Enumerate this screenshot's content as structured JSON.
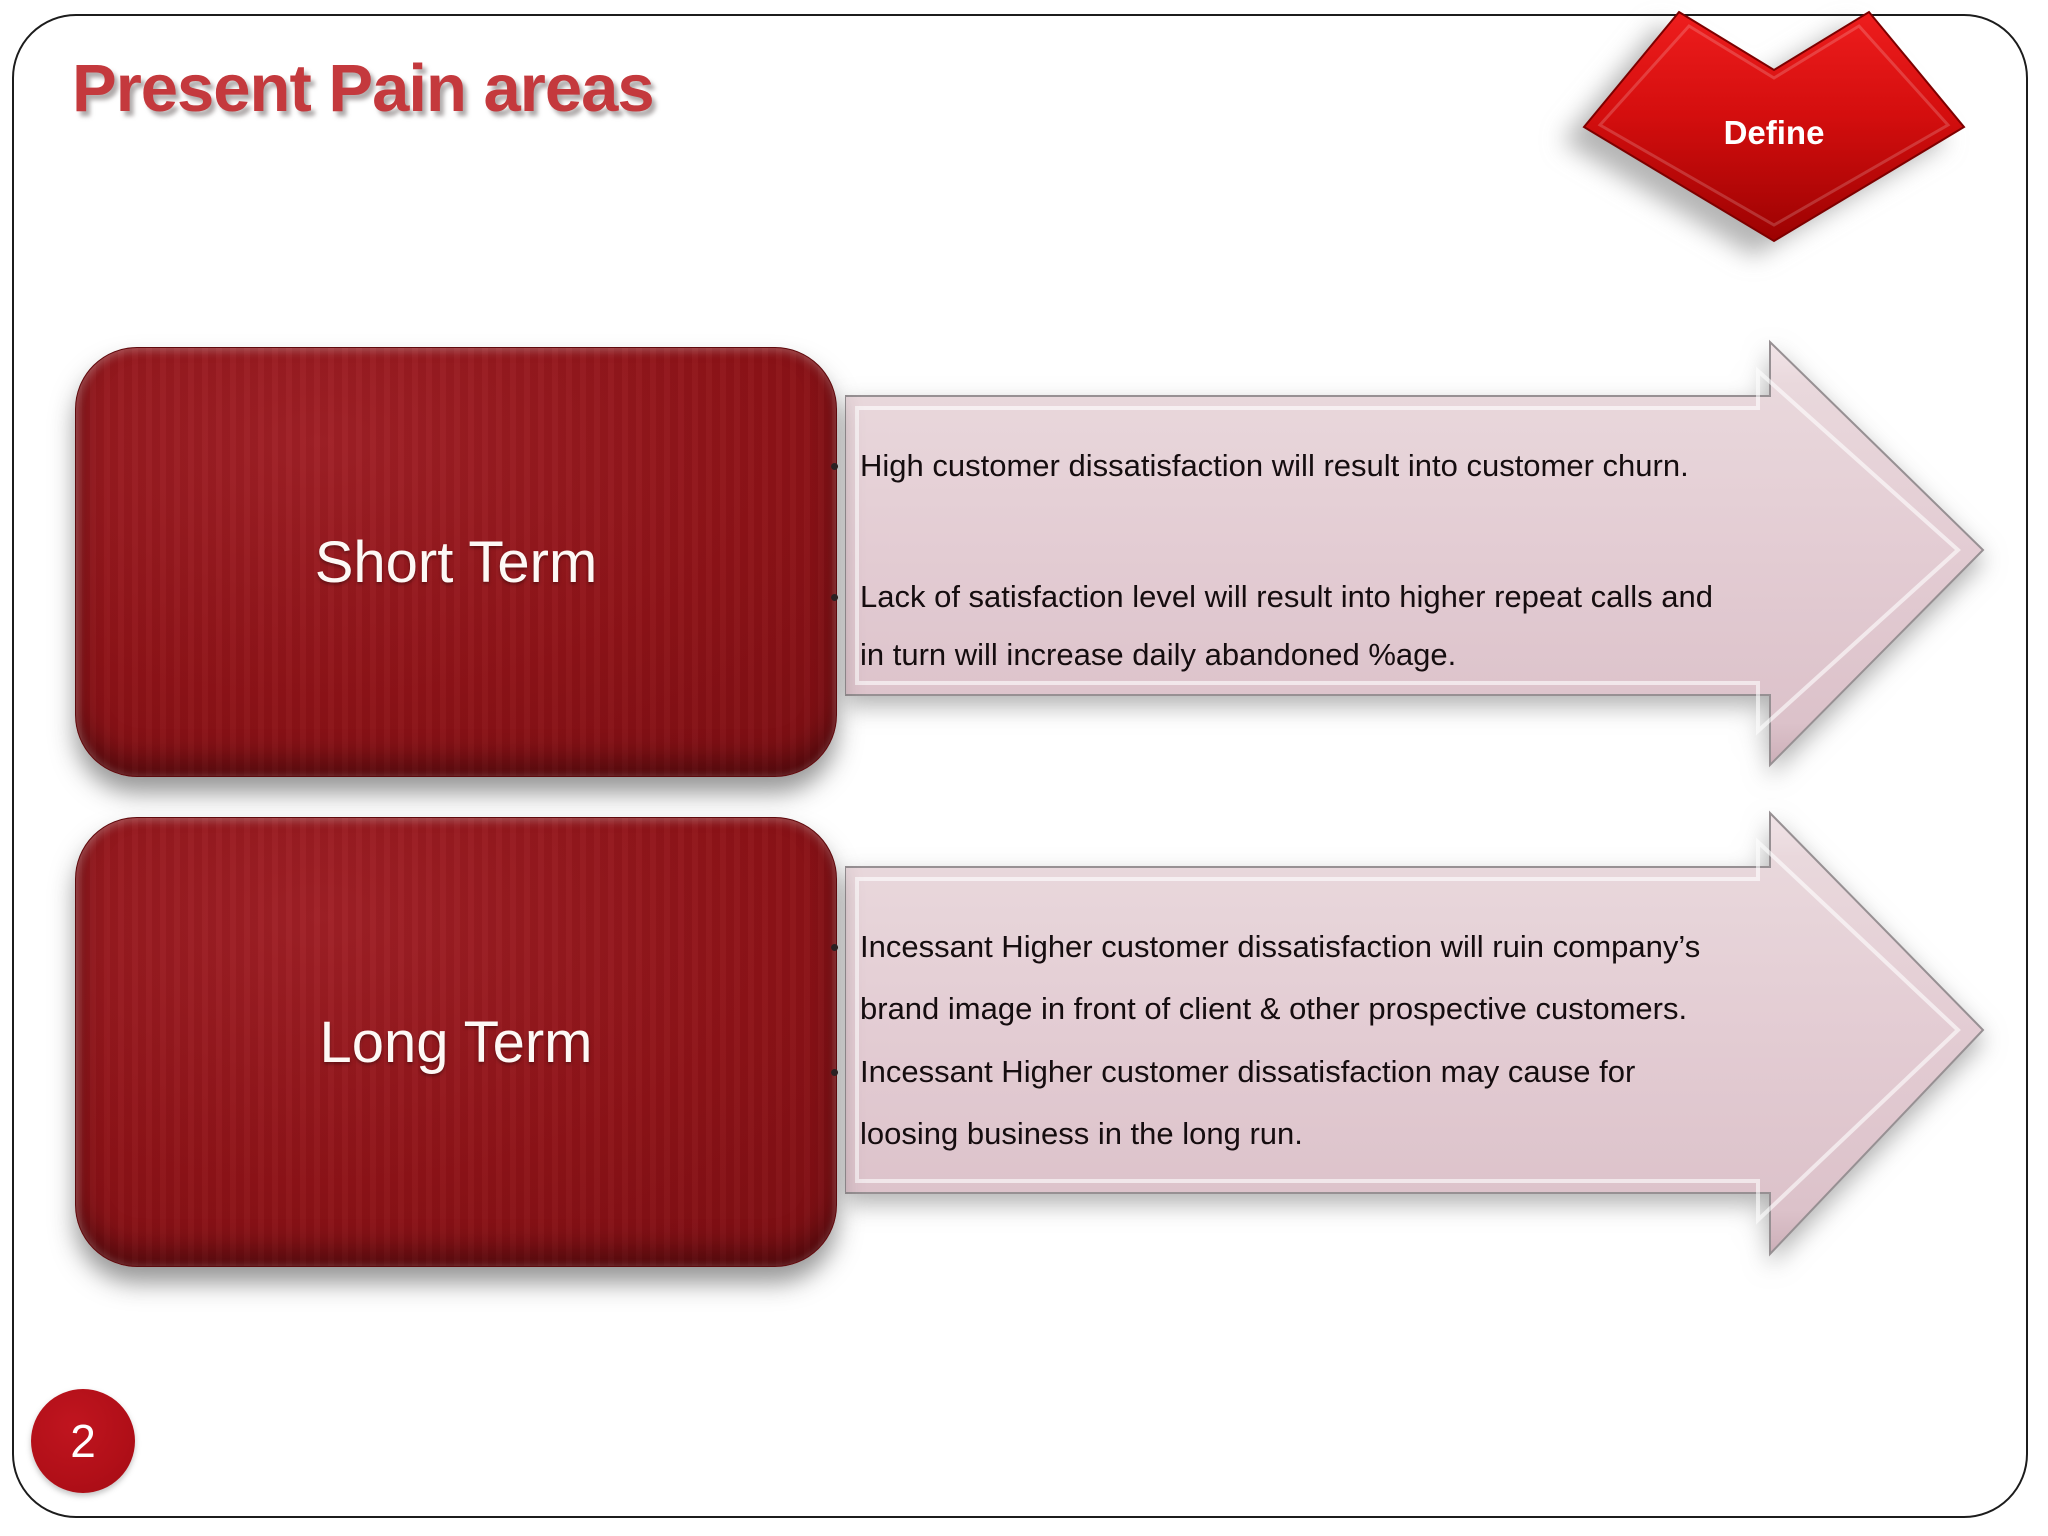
{
  "slide": {
    "title": "Present Pain areas",
    "page_number": "2",
    "define_badge": "Define"
  },
  "colors": {
    "title_red": "#C4393D",
    "term_box_red": "#8C1216",
    "arrow_pink": "#E3CCD3",
    "define_arrow_red": "#D40E0E",
    "page_badge_red": "#B10F18",
    "bullet_text": "#150D0F"
  },
  "rows": [
    {
      "label": "Short Term",
      "bullets": [
        {
          "lines": [
            "High customer dissatisfaction will result into customer churn."
          ]
        },
        {
          "lines": [
            "Lack of satisfaction level will result into higher repeat calls and",
            "in turn will increase daily abandoned %age."
          ]
        }
      ]
    },
    {
      "label": "Long Term",
      "bullets": [
        {
          "lines": [
            "Incessant Higher customer dissatisfaction will ruin company’s",
            "brand image in front of client & other prospective customers."
          ]
        },
        {
          "lines": [
            "Incessant Higher customer dissatisfaction may cause for",
            "loosing business in the long run."
          ]
        }
      ]
    }
  ]
}
